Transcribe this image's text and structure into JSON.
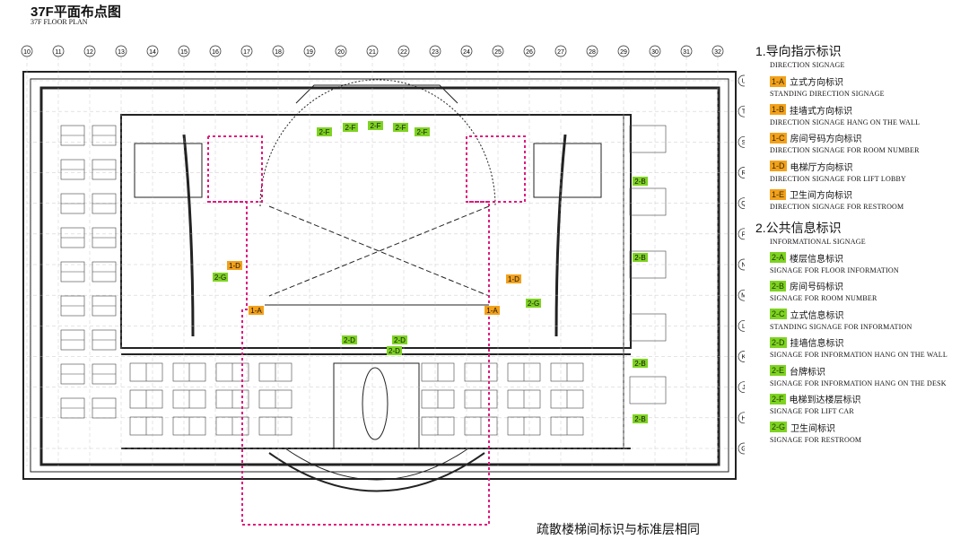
{
  "title": {
    "cn": "37F平面布点图",
    "en": "37F FLOOR PLAN"
  },
  "colors": {
    "line": "#222222",
    "dash": "#e0197d",
    "orange": "#f3a11b",
    "green": "#7ed321"
  },
  "plan": {
    "col_top": [
      "10",
      "11",
      "12",
      "13",
      "14",
      "15",
      "16",
      "17",
      "18",
      "19",
      "20",
      "21",
      "22",
      "23",
      "24",
      "25",
      "26",
      "27",
      "28",
      "29",
      "30",
      "31",
      "32"
    ],
    "row_right": [
      "U",
      "T",
      "S",
      "R",
      "Q",
      "P",
      "N",
      "M",
      "L",
      "K",
      "J",
      "H",
      "G"
    ],
    "tags": [
      {
        "code": "2-F",
        "color": "green"
      },
      {
        "code": "2-F",
        "color": "green"
      },
      {
        "code": "2-F",
        "color": "green"
      },
      {
        "code": "2-F",
        "color": "green"
      },
      {
        "code": "2-F",
        "color": "green"
      },
      {
        "code": "2-B",
        "color": "green"
      },
      {
        "code": "2-B",
        "color": "green"
      },
      {
        "code": "2-B",
        "color": "green"
      },
      {
        "code": "2-B",
        "color": "green"
      },
      {
        "code": "1-D",
        "color": "orange"
      },
      {
        "code": "1-D",
        "color": "orange"
      },
      {
        "code": "2-G",
        "color": "green"
      },
      {
        "code": "2-G",
        "color": "green"
      },
      {
        "code": "1-A",
        "color": "orange"
      },
      {
        "code": "1-A",
        "color": "orange"
      },
      {
        "code": "2-D",
        "color": "green"
      },
      {
        "code": "2-D",
        "color": "green"
      },
      {
        "code": "2-D",
        "color": "green"
      }
    ]
  },
  "legend": {
    "section1": {
      "title": "1.导向指示标识",
      "subtitle": "DIRECTION SIGNAGE",
      "items": [
        {
          "code": "1-A",
          "cn": "立式方向标识",
          "en": "STANDING DIRECTION SIGNAGE",
          "color": "orange"
        },
        {
          "code": "1-B",
          "cn": "挂墙式方向标识",
          "en": "DIRECTION SIGNAGE HANG ON THE WALL",
          "color": "orange"
        },
        {
          "code": "1-C",
          "cn": "房间号码方向标识",
          "en": "DIRECTION SIGNAGE FOR ROOM NUMBER",
          "color": "orange"
        },
        {
          "code": "1-D",
          "cn": "电梯厅方向标识",
          "en": "DIRECTION SIGNAGE FOR LIFT LOBBY",
          "color": "orange"
        },
        {
          "code": "1-E",
          "cn": "卫生间方向标识",
          "en": "DIRECTION SIGNAGE FOR RESTROOM",
          "color": "orange"
        }
      ]
    },
    "section2": {
      "title": "2.公共信息标识",
      "subtitle": "INFORMATIONAL SIGNAGE",
      "items": [
        {
          "code": "2-A",
          "cn": "楼层信息标识",
          "en": "SIGNAGE FOR FLOOR  INFORMATION",
          "color": "green"
        },
        {
          "code": "2-B",
          "cn": "房间号码标识",
          "en": "SIGNAGE FOR ROOM NUMBER",
          "color": "green"
        },
        {
          "code": "2-C",
          "cn": "立式信息标识",
          "en": "STANDING SIGNAGE FOR INFORMATION",
          "color": "green"
        },
        {
          "code": "2-D",
          "cn": "挂墙信息标识",
          "en": "SIGNAGE FOR INFORMATION HANG ON THE WALL",
          "color": "green"
        },
        {
          "code": "2-E",
          "cn": "台牌标识",
          "en": "SIGNAGE FOR INFORMATION HANG ON THE DESK",
          "color": "green"
        },
        {
          "code": "2-F",
          "cn": "电梯到达楼层标识",
          "en": "SIGNAGE FOR LIFT CAR",
          "color": "green"
        },
        {
          "code": "2-G",
          "cn": "卫生间标识",
          "en": "SIGNAGE FOR RESTROOM",
          "color": "green"
        }
      ]
    }
  },
  "footnote": "疏散楼梯间标识与标准层相同"
}
